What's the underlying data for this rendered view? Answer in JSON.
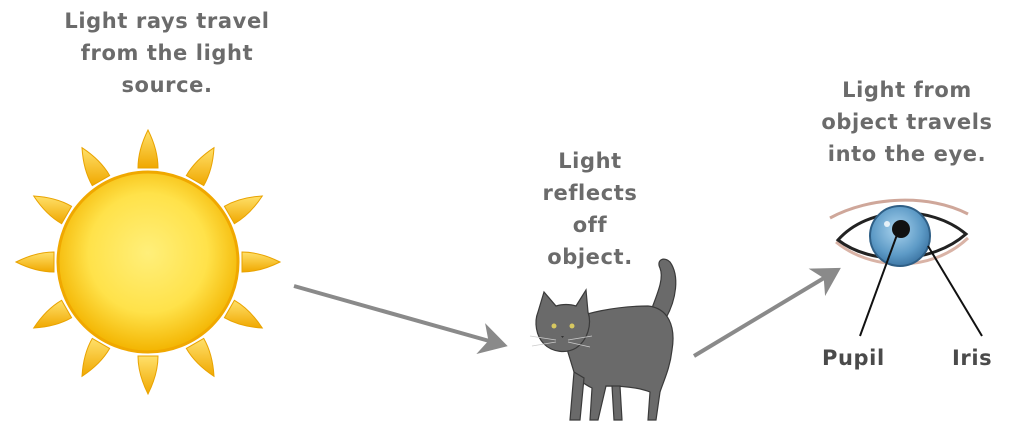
{
  "captions": {
    "sun": [
      "Light rays travel",
      "from the light",
      "source."
    ],
    "cat": [
      "Light",
      "reflects",
      "off",
      "object."
    ],
    "eye": [
      "Light from",
      "object travels",
      "into the eye."
    ]
  },
  "labels": {
    "pupil": "Pupil",
    "iris": "Iris"
  },
  "colors": {
    "text": "#6b6b6b",
    "arrow": "#8a8a8a",
    "sun_center": "#ffe85c",
    "sun_edge": "#f5b800",
    "ray": "#f7c21a",
    "cat": "#6a6a6a",
    "iris": "#6ea6cc",
    "pointer_line": "#111111"
  }
}
